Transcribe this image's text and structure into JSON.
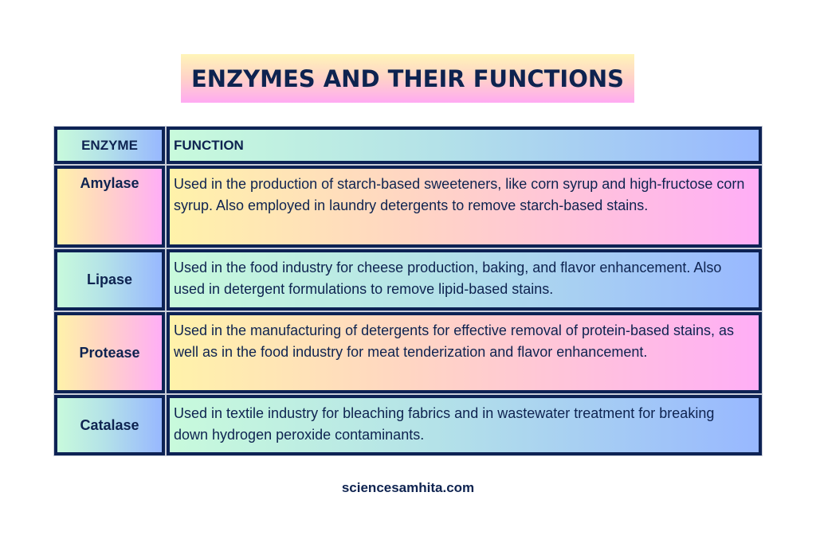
{
  "title": "ENZYMES AND THEIR FUNCTIONS",
  "table": {
    "headers": {
      "enzyme": "ENZYME",
      "function": "FUNCTION"
    },
    "rows": [
      {
        "enzyme": "Amylase",
        "function": "Used in the production of starch-based sweeteners, like corn syrup and high-fructose corn syrup. Also employed in laundry detergents to remove starch-based stains."
      },
      {
        "enzyme": "Lipase",
        "function": "Used in the food industry for cheese production, baking, and flavor enhancement. Also used in detergent formulations to remove lipid-based stains."
      },
      {
        "enzyme": "Protease",
        "function": "Used in the manufacturing of detergents for effective removal of protein-based stains, as well as in the food industry for meat tenderization and flavor enhancement."
      },
      {
        "enzyme": "Catalase",
        "function": "Used in textile industry for bleaching fabrics and in wastewater treatment for breaking down hydrogen peroxide contaminants."
      }
    ]
  },
  "footer": "sciencesamhita.com",
  "colors": {
    "text": "#0e2350",
    "border": "#0d2254",
    "title_gradient": [
      "#fff5b8",
      "#ffaaf2"
    ],
    "blue_row_gradient": [
      "#c8fadc",
      "#98b8ff"
    ],
    "pink_row_gradient": [
      "#fff2aa",
      "#ffaef6"
    ]
  }
}
